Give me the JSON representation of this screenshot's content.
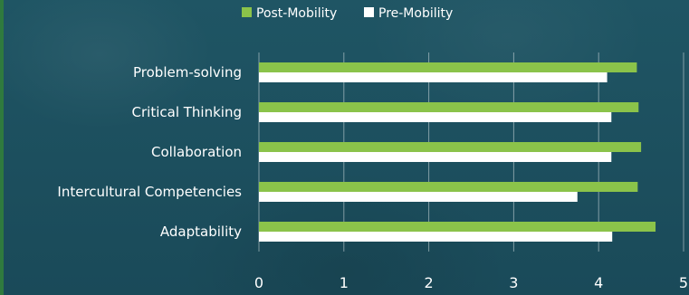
{
  "chart_data": {
    "type": "bar",
    "orientation": "horizontal",
    "categories": [
      "Problem-solving",
      "Critical Thinking",
      "Collaboration",
      "Intercultural Competencies",
      "Adaptability"
    ],
    "series": [
      {
        "name": "Post-Mobility",
        "color": "#8bc34a",
        "values": [
          4.45,
          4.47,
          4.5,
          4.46,
          4.67
        ]
      },
      {
        "name": "Pre-Mobility",
        "color": "#ffffff",
        "values": [
          4.1,
          4.15,
          4.15,
          3.75,
          4.16
        ]
      }
    ],
    "x_ticks": [
      "0",
      "1",
      "2",
      "3",
      "4",
      "5"
    ],
    "xlim": [
      0,
      5
    ],
    "grid": true,
    "legend_position": "top"
  }
}
